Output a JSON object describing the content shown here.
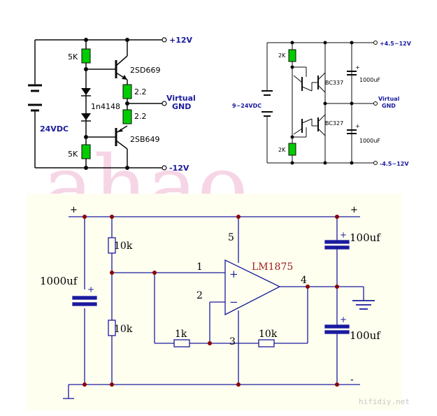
{
  "colors": {
    "wire": "#0a0a0a",
    "wire_blue": "#1a1aa0",
    "resistor_green": "#00cc00",
    "dot": "#8b0000",
    "panel_bg": "#fffff0",
    "watermark": "#f6d6e6"
  },
  "circuit1": {
    "supply": "24VDC",
    "r_top": "5K",
    "r_bot": "5K",
    "q_top": "2SD669",
    "q_bot": "2SB649",
    "diodes": "1n4148",
    "r_emit_top": "2.2",
    "r_emit_bot": "2.2",
    "out_pos": "+12V",
    "out_mid_1": "Virtual",
    "out_mid_2": "GND",
    "out_neg": "-12V"
  },
  "circuit2": {
    "supply": "9~24VDC",
    "r_top": "2K",
    "r_bot": "2K",
    "q_top": "BC337",
    "q_bot": "BC327",
    "cap_top": "1000uF",
    "cap_bot": "1000uF",
    "out_pos": "+4.5~12V",
    "out_mid_1": "Virtual",
    "out_mid_2": "GND",
    "out_neg": "-4.5~12V"
  },
  "circuit3": {
    "plus_left": "+",
    "plus_right": "+",
    "minus_right": "-",
    "cap_in": "1000uf",
    "r_div_top": "10k",
    "r_div_bot": "10k",
    "r_in": "1k",
    "r_fb": "10k",
    "ic": "LM1875",
    "pin1": "1",
    "pin2": "2",
    "pin3": "3",
    "pin4": "4",
    "pin5": "5",
    "cap_out_top": "100uf",
    "cap_out_bot": "100uf",
    "op_plus": "+",
    "op_minus": "−",
    "cap_plus": "+"
  },
  "watermark": "ahao",
  "credit": "hifidiy.net"
}
